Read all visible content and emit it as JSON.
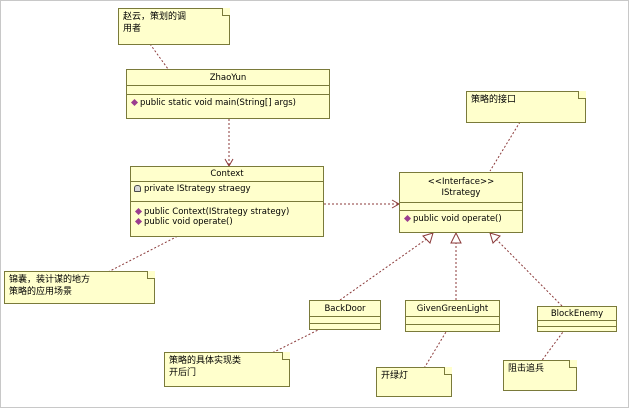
{
  "notes": {
    "zhaoyun_note": "赵云，策划的调\n用者",
    "strategy_note": "策略的接口",
    "context_note": "锦囊，装计谋的地方\n策略的应用场景",
    "backdoor_note": "策略的具体实现类\n开后门",
    "greenlight_note": "开绿灯",
    "blockenemy_note": "阻击追兵"
  },
  "classes": {
    "zhaoyun": {
      "name": "ZhaoYun",
      "operations": [
        "public static void main(String[] args)"
      ]
    },
    "context": {
      "name": "Context",
      "attributes": [
        "private IStrategy straegy"
      ],
      "operations": [
        "public Context(IStrategy strategy)",
        "public void operate()"
      ]
    },
    "istrategy": {
      "stereotype": "<<Interface>>",
      "name": "IStrategy",
      "operations": [
        "public void operate()"
      ]
    },
    "backdoor": {
      "name": "BackDoor"
    },
    "givengreenlight": {
      "name": "GivenGreenLight"
    },
    "blockenemy": {
      "name": "BlockEnemy"
    }
  },
  "icons": {
    "operation_marker": "purple-diamond-icon",
    "attribute_marker": "lock-icon",
    "note_corner": "folded-corner-icon"
  },
  "colors": {
    "box_fill": "#ffffcc",
    "box_border": "#7a7a3a",
    "edge": "#8b3a3a",
    "operation_marker": "#9b3d8f"
  }
}
